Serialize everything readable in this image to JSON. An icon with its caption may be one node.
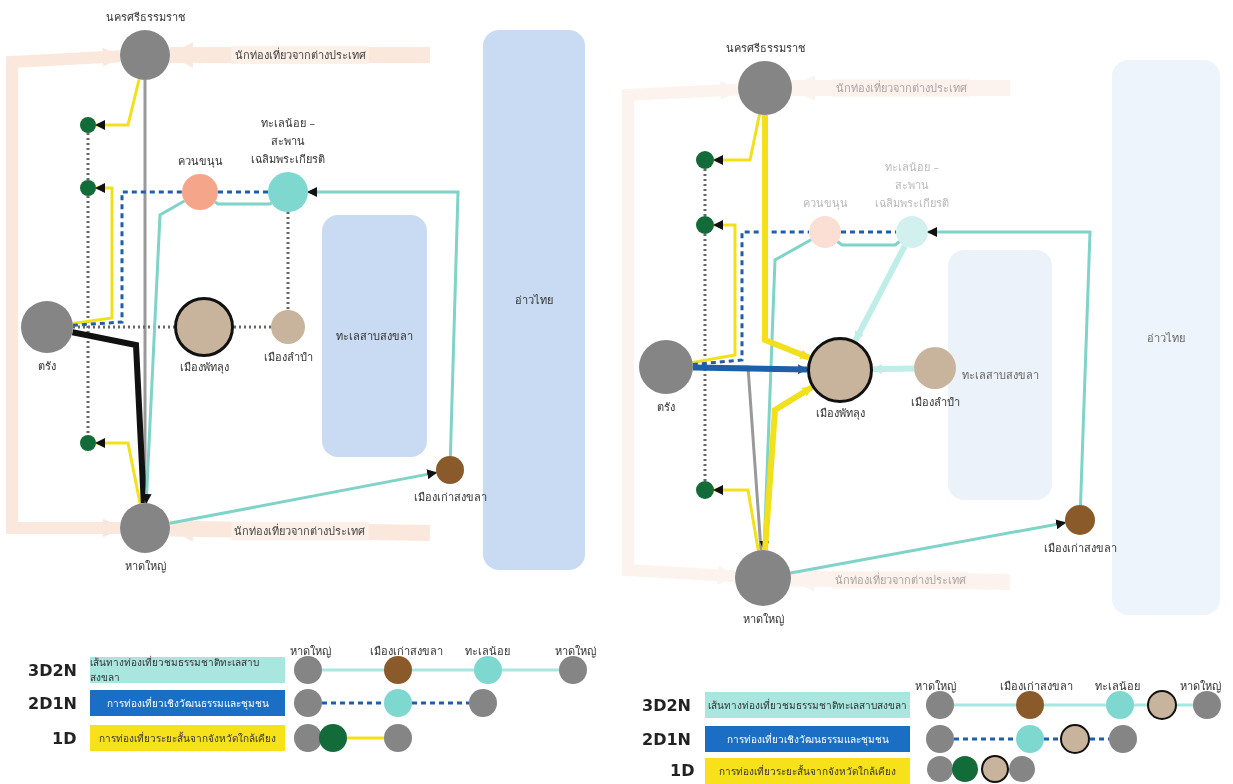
{
  "diagram": {
    "nodes": [
      {
        "text": [
          "นครศรีธรรมราช"
        ]
      },
      {
        "text": [],
        "shape": "circle"
      },
      {
        "text": [],
        "shape": "circle"
      },
      {
        "text": [
          "ควนขนุน"
        ]
      },
      {
        "text": [
          "ทะเลน้อย – สะพานเฉลิมพระเกียรติ"
        ]
      },
      {
        "text": [
          "ตรัง"
        ]
      },
      {
        "text": [
          "เมืองพัทลุง"
        ]
      },
      {
        "text": [
          "เมืองลำปำ"
        ]
      },
      {
        "text": [],
        "shape": "circle"
      },
      {
        "text": [
          "หาดใหญ่"
        ]
      },
      {
        "text": [
          "เมืองเก่าสงขลา"
        ]
      },
      {
        "text": [
          "ทะเลสาบสงขลา"
        ]
      },
      {
        "text": [
          "อ่าวไทย"
        ]
      },
      {
        "text": [
          "นครศรีธรรมราช"
        ]
      },
      {
        "text": [],
        "shape": "circle"
      },
      {
        "text": [],
        "shape": "circle"
      },
      {
        "text": [
          "ควนขนุน"
        ]
      },
      {
        "text": [
          "ทะเลน้อย – สะพานเฉลิมพระเกียรติ"
        ]
      },
      {
        "text": [
          "ตรัง"
        ]
      },
      {
        "text": [
          "เมืองพัทลุง"
        ]
      },
      {
        "text": [
          "เมืองลำปำ"
        ]
      },
      {
        "text": [],
        "shape": "circle"
      },
      {
        "text": [
          "หาดใหญ่"
        ]
      },
      {
        "text": [
          "เมืองเก่าสงขลา"
        ]
      },
      {
        "text": [
          "ทะเลสาบสงขลา"
        ]
      },
      {
        "text": [
          "อ่าวไทย"
        ]
      },
      {
        "text": [],
        "shape": "circle"
      },
      {
        "text": [],
        "shape": "circle"
      },
      {
        "text": [],
        "shape": "circle"
      },
      {
        "text": [],
        "shape": "circle"
      },
      {
        "text": [],
        "shape": "circle"
      },
      {
        "text": [],
        "shape": "circle"
      },
      {
        "text": [],
        "shape": "circle"
      },
      {
        "text": [],
        "shape": "circle"
      },
      {
        "text": [],
        "shape": "circle"
      },
      {
        "text": [],
        "shape": "circle"
      },
      {
        "text": [],
        "shape": "circle"
      },
      {
        "text": [],
        "shape": "circle"
      },
      {
        "text": [],
        "shape": "circle"
      },
      {
        "text": [],
        "shape": "circle"
      },
      {
        "text": [],
        "shape": "circle"
      },
      {
        "text": [],
        "shape": "circle"
      },
      {
        "text": [],
        "shape": "circle"
      },
      {
        "text": [],
        "shape": "circle"
      },
      {
        "text": [],
        "shape": "circle"
      },
      {
        "text": [],
        "shape": "circle"
      },
      {
        "text": [],
        "shape": "circle"
      },
      {
        "text": [],
        "shape": "circle"
      },
      {
        "text": [],
        "shape": "circle"
      }
    ],
    "edges": [
      {
        "from": 9,
        "to": 0,
        "arrow": "both",
        "style": "thick",
        "color": "#f9d9c8"
      },
      {
        "from": null,
        "to": 0,
        "arrow": "to",
        "label": "นักท่องเที่ยวจากต่างประเทศ",
        "style": "thick",
        "color": "#f9d9c8"
      },
      {
        "from": null,
        "to": 9,
        "arrow": "to",
        "label": "นักท่องเที่ยวจากต่างประเทศ",
        "style": "thick",
        "color": "#f9d9c8"
      },
      {
        "from": 0,
        "to": 9,
        "arrow": "none",
        "color": "#999999"
      },
      {
        "from": 0,
        "to": 1,
        "arrow": "to",
        "color": "#f2e01c"
      },
      {
        "from": 1,
        "to": 2,
        "arrow": "none",
        "style": "dashed",
        "color": "#666666"
      },
      {
        "from": 2,
        "to": 8,
        "arrow": "none",
        "style": "dashed",
        "color": "#666666"
      },
      {
        "from": 5,
        "to": 2,
        "arrow": "to",
        "color": "#f2e01c"
      },
      {
        "from": 9,
        "to": 8,
        "arrow": "to",
        "color": "#f2e01c"
      },
      {
        "from": 5,
        "to": 3,
        "arrow": "none",
        "style": "dashed",
        "color": "#1f5fa8"
      },
      {
        "from": 3,
        "to": 4,
        "arrow": "none",
        "style": "dashed",
        "color": "#1f5fa8"
      },
      {
        "from": 5,
        "to": 9,
        "arrow": "none",
        "style": "thick",
        "color": "#111111"
      },
      {
        "from": 5,
        "to": 6,
        "arrow": "none",
        "style": "dashed",
        "color": "#666666"
      },
      {
        "from": 6,
        "to": 7,
        "arrow": "none",
        "style": "dashed",
        "color": "#666666"
      },
      {
        "from": 4,
        "to": 7,
        "arrow": "none",
        "style": "dashed",
        "color": "#666666"
      },
      {
        "from": 9,
        "to": 10,
        "arrow": "to",
        "color": "#7fd3c8"
      },
      {
        "from": 10,
        "to": 4,
        "arrow": "to",
        "color": "#7fd3c8"
      },
      {
        "from": 4,
        "to": 3,
        "arrow": "none",
        "color": "#7fd3c8"
      },
      {
        "from": 3,
        "to": 9,
        "arrow": "to",
        "color": "#7fd3c8"
      },
      {
        "from": 22,
        "to": 13,
        "arrow": "both",
        "style": "thick",
        "color": "#f9d9c8"
      },
      {
        "from": null,
        "to": 13,
        "arrow": "to",
        "label": "นักท่องเที่ยวจากต่างประเทศ",
        "style": "thick",
        "color": "#f9d9c8"
      },
      {
        "from": null,
        "to": 22,
        "arrow": "to",
        "label": "นักท่องเที่ยวจากต่างประเทศ",
        "style": "thick",
        "color": "#f9d9c8"
      },
      {
        "from": 22,
        "to": 18,
        "arrow": "none",
        "color": "#999999"
      },
      {
        "from": 13,
        "to": 14,
        "arrow": "to",
        "color": "#f2e01c"
      },
      {
        "from": 14,
        "to": 15,
        "arrow": "none",
        "style": "dashed",
        "color": "#666666"
      },
      {
        "from": 15,
        "to": 21,
        "arrow": "none",
        "style": "dashed",
        "color": "#666666"
      },
      {
        "from": 18,
        "to": 15,
        "arrow": "to",
        "color": "#f2e01c"
      },
      {
        "from": 22,
        "to": 21,
        "arrow": "to",
        "color": "#f2e01c"
      },
      {
        "from": 18,
        "to": 16,
        "arrow": "none",
        "style": "dashed",
        "color": "#1f5fa8"
      },
      {
        "from": 16,
        "to": 17,
        "arrow": "none",
        "style": "dashed",
        "color": "#1f5fa8"
      },
      {
        "from": 22,
        "to": 23,
        "arrow": "to",
        "color": "#7fd3c8"
      },
      {
        "from": 23,
        "to": 17,
        "arrow": "to",
        "color": "#7fd3c8"
      },
      {
        "from": 17,
        "to": 16,
        "arrow": "none",
        "color": "#7fd3c8"
      },
      {
        "from": 16,
        "to": 22,
        "arrow": "to",
        "color": "#7fd3c8"
      },
      {
        "from": 13,
        "to": 19,
        "arrow": "to",
        "style": "thick",
        "color": "#f2e01c"
      },
      {
        "from": 22,
        "to": 19,
        "arrow": "to",
        "style": "thick",
        "color": "#f2e01c"
      },
      {
        "from": 18,
        "to": 19,
        "arrow": "to",
        "style": "thick",
        "color": "#1f5fa8"
      },
      {
        "from": 17,
        "to": 19,
        "arrow": "to",
        "style": "thick",
        "color": "#bfeee8"
      },
      {
        "from": 20,
        "to": 19,
        "arrow": "to",
        "style": "thick",
        "color": "#bfeee8"
      },
      {
        "from": 26,
        "to": 27,
        "arrow": "none",
        "color": "#a8e6df"
      },
      {
        "from": 27,
        "to": 28,
        "arrow": "none",
        "color": "#a8e6df"
      },
      {
        "from": 28,
        "to": 29,
        "arrow": "none",
        "color": "#a8e6df"
      },
      {
        "from": 30,
        "to": 31,
        "arrow": "none",
        "style": "dashed",
        "color": "#1f5fa8"
      },
      {
        "from": 31,
        "to": 32,
        "arrow": "none",
        "style": "dashed",
        "color": "#1f5fa8"
      },
      {
        "from": 34,
        "to": 35,
        "arrow": "none",
        "color": "#f2e01c"
      },
      {
        "from": 36,
        "to": 37,
        "arrow": "none",
        "color": "#a8e6df"
      },
      {
        "from": 37,
        "to": 38,
        "arrow": "none",
        "color": "#a8e6df"
      },
      {
        "from": 38,
        "to": 39,
        "arrow": "none",
        "color": "#a8e6df"
      },
      {
        "from": 39,
        "to": 40,
        "arrow": "none",
        "color": "#a8e6df"
      },
      {
        "from": 41,
        "to": 42,
        "arrow": "none",
        "style": "dashed",
        "color": "#1f5fa8"
      },
      {
        "from": 42,
        "to": 43,
        "arrow": "none",
        "style": "dashed",
        "color": "#1f5fa8"
      },
      {
        "from": 43,
        "to": 44,
        "arrow": "none",
        "style": "dashed",
        "color": "#1f5fa8"
      }
    ],
    "labels": [
      "หาดใหญ่",
      "เมืองเก่าสงขลา",
      "ทะเลน้อย",
      "หาดใหญ่",
      "3D2N",
      "2D1N",
      "1D",
      "หาดใหญ่",
      "เมืองเก่าสงขลา",
      "ทะเลน้อย",
      "หาดใหญ่",
      "3D2N",
      "2D1N",
      "1D"
    ],
    "legend": [
      {
        "text": "เส้นทางท่องเที่ยวชมธรรมชาติทะเลสาบสงขลา",
        "color": "#a8e6df"
      },
      {
        "text": "การท่องเที่ยวเชิงวัฒนธรรมและชุมชน",
        "color": "#1a6fc4"
      },
      {
        "text": "การท่องเที่ยวระยะสั้นจากจังหวัดใกล้เคียง",
        "color": "#f7e11a"
      },
      {
        "text": "เส้นทางท่องเที่ยวชมธรรมชาติทะเลสาบสงขลา",
        "color": "#a8e6df"
      },
      {
        "text": "การท่องเที่ยวเชิงวัฒนธรรมและชุมชน",
        "color": "#1a6fc4"
      },
      {
        "text": "การท่องเที่ยวระยะสั้นจากจังหวัดใกล้เคียง",
        "color": "#f7e11a"
      }
    ]
  }
}
